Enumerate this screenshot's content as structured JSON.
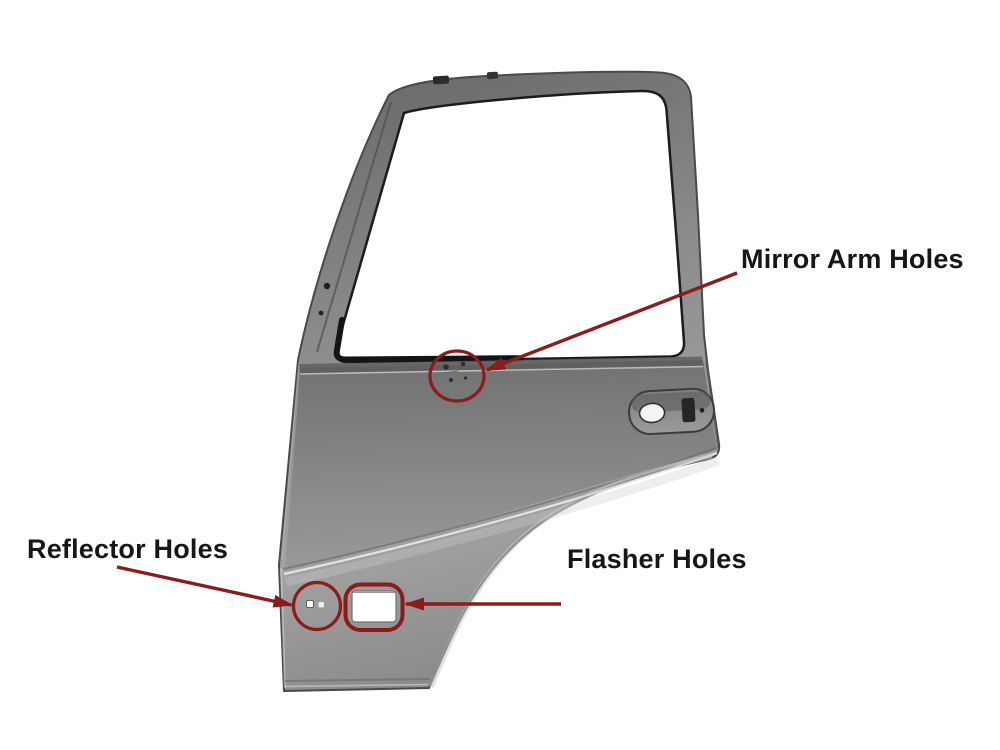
{
  "annotations": {
    "accent_color": "#8E1A1A",
    "label_color": "#161616",
    "items": {
      "mirror_arm": {
        "label": "Mirror Arm Holes"
      },
      "reflector": {
        "label": "Reflector Holes"
      },
      "flasher": {
        "label": "Flasher Holes"
      }
    }
  },
  "door": {
    "body_color_dark": "#666666",
    "body_color_light": "#a2a2a2",
    "gasket_color": "#141414"
  }
}
